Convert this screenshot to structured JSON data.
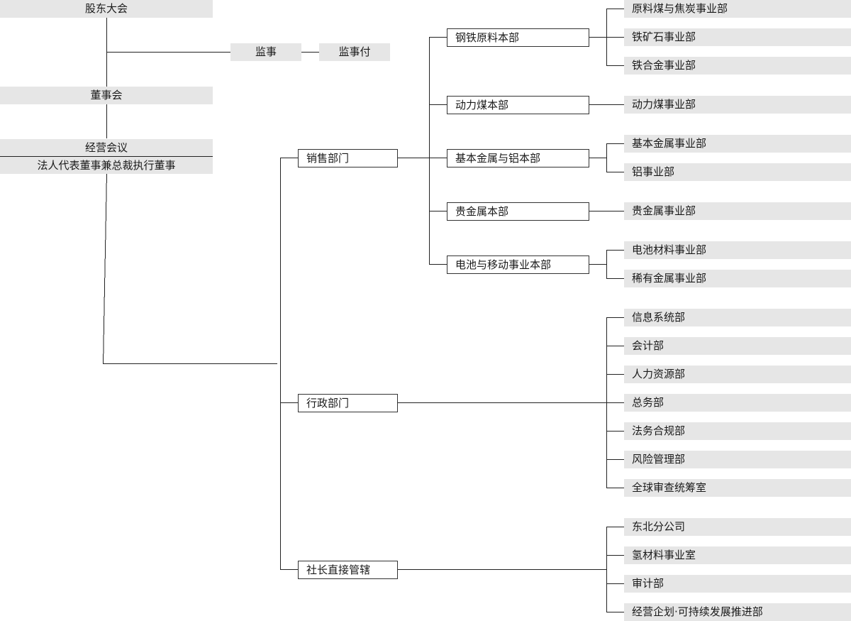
{
  "top": {
    "shareholders": "股东大会",
    "supervisor": "监事",
    "supervisor_deputy": "监事付",
    "board": "董事会",
    "management_meeting": "经营会议",
    "ceo": "法人代表董事兼总裁执行董事"
  },
  "divisions": {
    "sales": "销售部门",
    "admin": "行政部门",
    "president": "社长直接管辖"
  },
  "sales_units": [
    {
      "name": "钢铁原料本部",
      "subs": [
        "原料煤与焦炭事业部",
        "铁矿石事业部",
        "铁合金事业部"
      ]
    },
    {
      "name": "动力煤本部",
      "subs": [
        "动力煤事业部"
      ]
    },
    {
      "name": "基本金属与铝本部",
      "subs": [
        "基本金属事业部",
        "铝事业部"
      ]
    },
    {
      "name": "贵金属本部",
      "subs": [
        "贵金属事业部"
      ]
    },
    {
      "name": "电池与移动事业本部",
      "subs": [
        "电池材料事业部",
        "稀有金属事业部"
      ]
    }
  ],
  "admin_depts": [
    "信息系统部",
    "会计部",
    "人力资源部",
    "总务部",
    "法务合规部",
    "风险管理部",
    "全球审查统筹室"
  ],
  "president_depts": [
    "东北分公司",
    "氢材料事业室",
    "审计部",
    "经营企划·可持续发展推进部"
  ]
}
